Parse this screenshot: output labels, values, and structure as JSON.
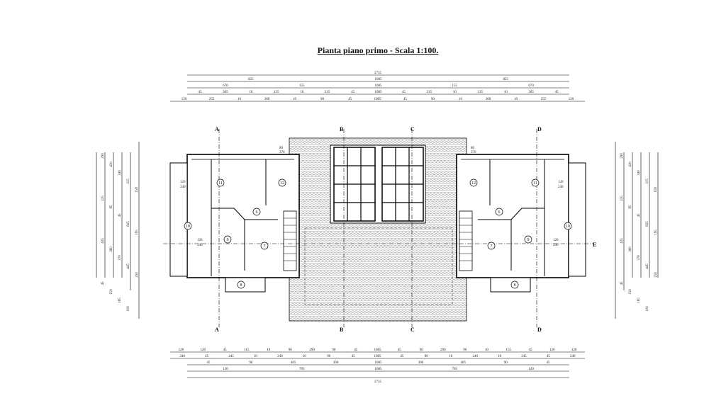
{
  "title": "Pianta piano primo  -  Scala 1:100.",
  "dims_top": {
    "row1": [
      "2735"
    ],
    "row2": [
      "825",
      "1085",
      "825"
    ],
    "row3": [
      "670",
      "155",
      "1085",
      "155",
      "670"
    ],
    "row4": [
      "45",
      "365",
      "10",
      "135",
      "10",
      "215",
      "45",
      "1085",
      "45",
      "215",
      "10",
      "135",
      "10",
      "365",
      "45"
    ],
    "row5": [
      "120",
      "255",
      "10",
      "360",
      "10",
      "90",
      "45",
      "1085",
      "45",
      "90",
      "10",
      "360",
      "10",
      "255",
      "120"
    ]
  },
  "dims_bottom": {
    "row1": [
      "120",
      "120",
      "45",
      "115",
      "10",
      "90",
      "290",
      "90",
      "45",
      "1085",
      "45",
      "90",
      "290",
      "90",
      "10",
      "155",
      "45",
      "120",
      "120"
    ],
    "row2": [
      "240",
      "45",
      "245",
      "10",
      "240",
      "10",
      "90",
      "45",
      "1085",
      "45",
      "90",
      "10",
      "240",
      "10",
      "245",
      "45",
      "240"
    ],
    "row3": [
      "45",
      "90",
      "405",
      "300",
      "1085",
      "300",
      "405",
      "90",
      "45"
    ],
    "row4": [
      "120",
      "705",
      "1085",
      "705",
      "120"
    ],
    "row5": [
      "2735"
    ]
  },
  "dims_side": [
    "290",
    "430",
    "340",
    "315",
    "158",
    "235",
    "85",
    "45",
    "825",
    "195",
    "435",
    "360",
    "370",
    "445",
    "250",
    "45",
    "150",
    "185",
    "100"
  ],
  "section_marks": [
    "A",
    "B",
    "C",
    "D",
    "E"
  ],
  "room_numbers": [
    "11",
    "12",
    "6",
    "9",
    "7",
    "8",
    "10"
  ],
  "room_dims": [
    "120",
    "240",
    "80",
    "370"
  ]
}
